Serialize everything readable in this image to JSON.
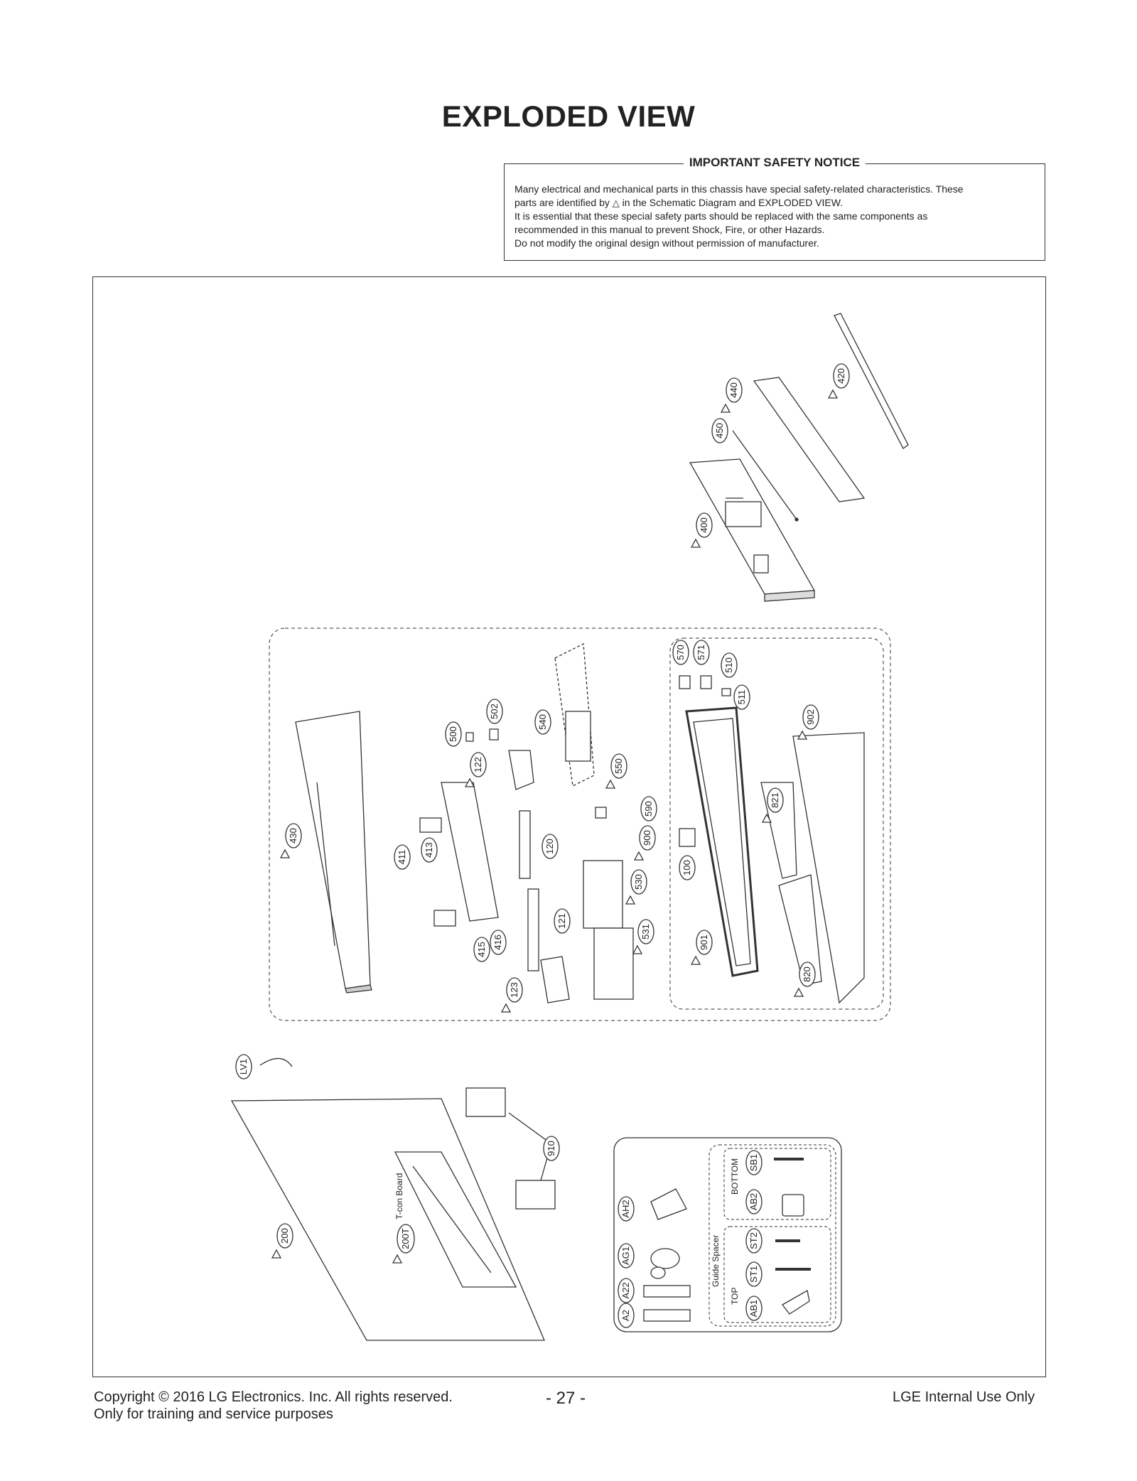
{
  "page": {
    "title": "EXPLODED VIEW",
    "notice": {
      "heading": "IMPORTANT SAFETY NOTICE",
      "line1": "Many electrical and mechanical parts in this chassis have special safety-related characteristics. These",
      "line2a": "parts are identified by",
      "line2b": "in the Schematic Diagram and EXPLODED VIEW.",
      "line3": "It is essential that these special safety parts should be replaced with the same components as",
      "line4": "recommended in this manual to prevent Shock, Fire, or other Hazards.",
      "line5": "Do not modify the original design without permission of manufacturer."
    },
    "footer": {
      "copyright": "Copyright  © 2016 LG Electronics. Inc. All rights reserved.",
      "training": "Only for training and service purposes",
      "page_number": "- 27 -",
      "internal": "LGE Internal Use Only"
    }
  },
  "diagram": {
    "labels": {
      "p420": "420",
      "p440": "440",
      "p450": "450",
      "p400": "400",
      "p430": "430",
      "p500": "500",
      "p502": "502",
      "p540": "540",
      "p122": "122",
      "p550": "550",
      "p590": "590",
      "p120": "120",
      "p411": "411",
      "p413": "413",
      "p530": "530",
      "p121": "121",
      "p531": "531",
      "p415": "415",
      "p416": "416",
      "p123": "123",
      "p900": "900",
      "p100": "100",
      "p901": "901",
      "p570": "570",
      "p571": "571",
      "p510": "510",
      "p511": "511",
      "p821": "821",
      "p902": "902",
      "p820": "820",
      "pLV1": "LV1",
      "p910": "910",
      "p200": "200",
      "p200T": "200T",
      "tcon": "T-con Board",
      "pAH2": "AH2",
      "pAG1": "AG1",
      "pA22": "A22",
      "pA2": "A2",
      "pSB1": "SB1",
      "pAB2": "AB2",
      "pST2": "ST2",
      "pST1": "ST1",
      "pAB1": "AB1",
      "bottom": "BOTTOM",
      "guide": "Guide Spacer",
      "top": "TOP"
    }
  }
}
